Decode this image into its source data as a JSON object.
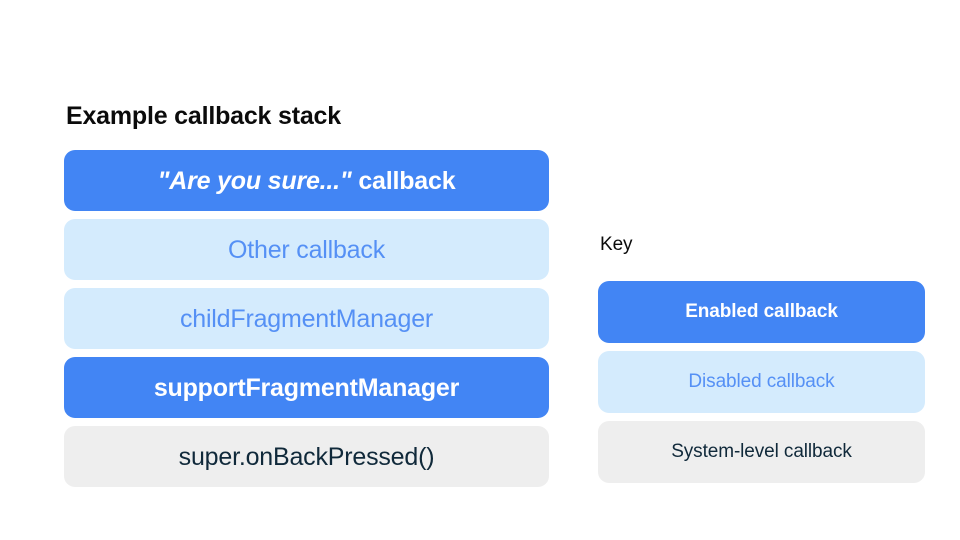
{
  "theme": {
    "background": "#ffffff",
    "enabled_fill": "#4285f4",
    "enabled_text": "#ffffff",
    "disabled_fill": "#d4ebfd",
    "disabled_text": "#5590f5",
    "system_fill": "#eeeeee",
    "system_text": "#10293a",
    "heading_text": "#0b0b0b"
  },
  "stack": {
    "title": "Example callback stack",
    "items": [
      {
        "quoted_label": "\"Are you sure...\"",
        "plain_label": " callback",
        "full_label": "\"Are you sure...\" callback",
        "state": "enabled"
      },
      {
        "label": "Other callback",
        "state": "disabled"
      },
      {
        "label": "childFragmentManager",
        "state": "disabled"
      },
      {
        "label": "supportFragmentManager",
        "state": "enabled"
      },
      {
        "label": "super.onBackPressed()",
        "state": "system"
      }
    ]
  },
  "key": {
    "title": "Key",
    "items": [
      {
        "label": "Enabled callback",
        "state": "enabled"
      },
      {
        "label": "Disabled callback",
        "state": "disabled"
      },
      {
        "label": "System-level callback",
        "state": "system"
      }
    ]
  }
}
